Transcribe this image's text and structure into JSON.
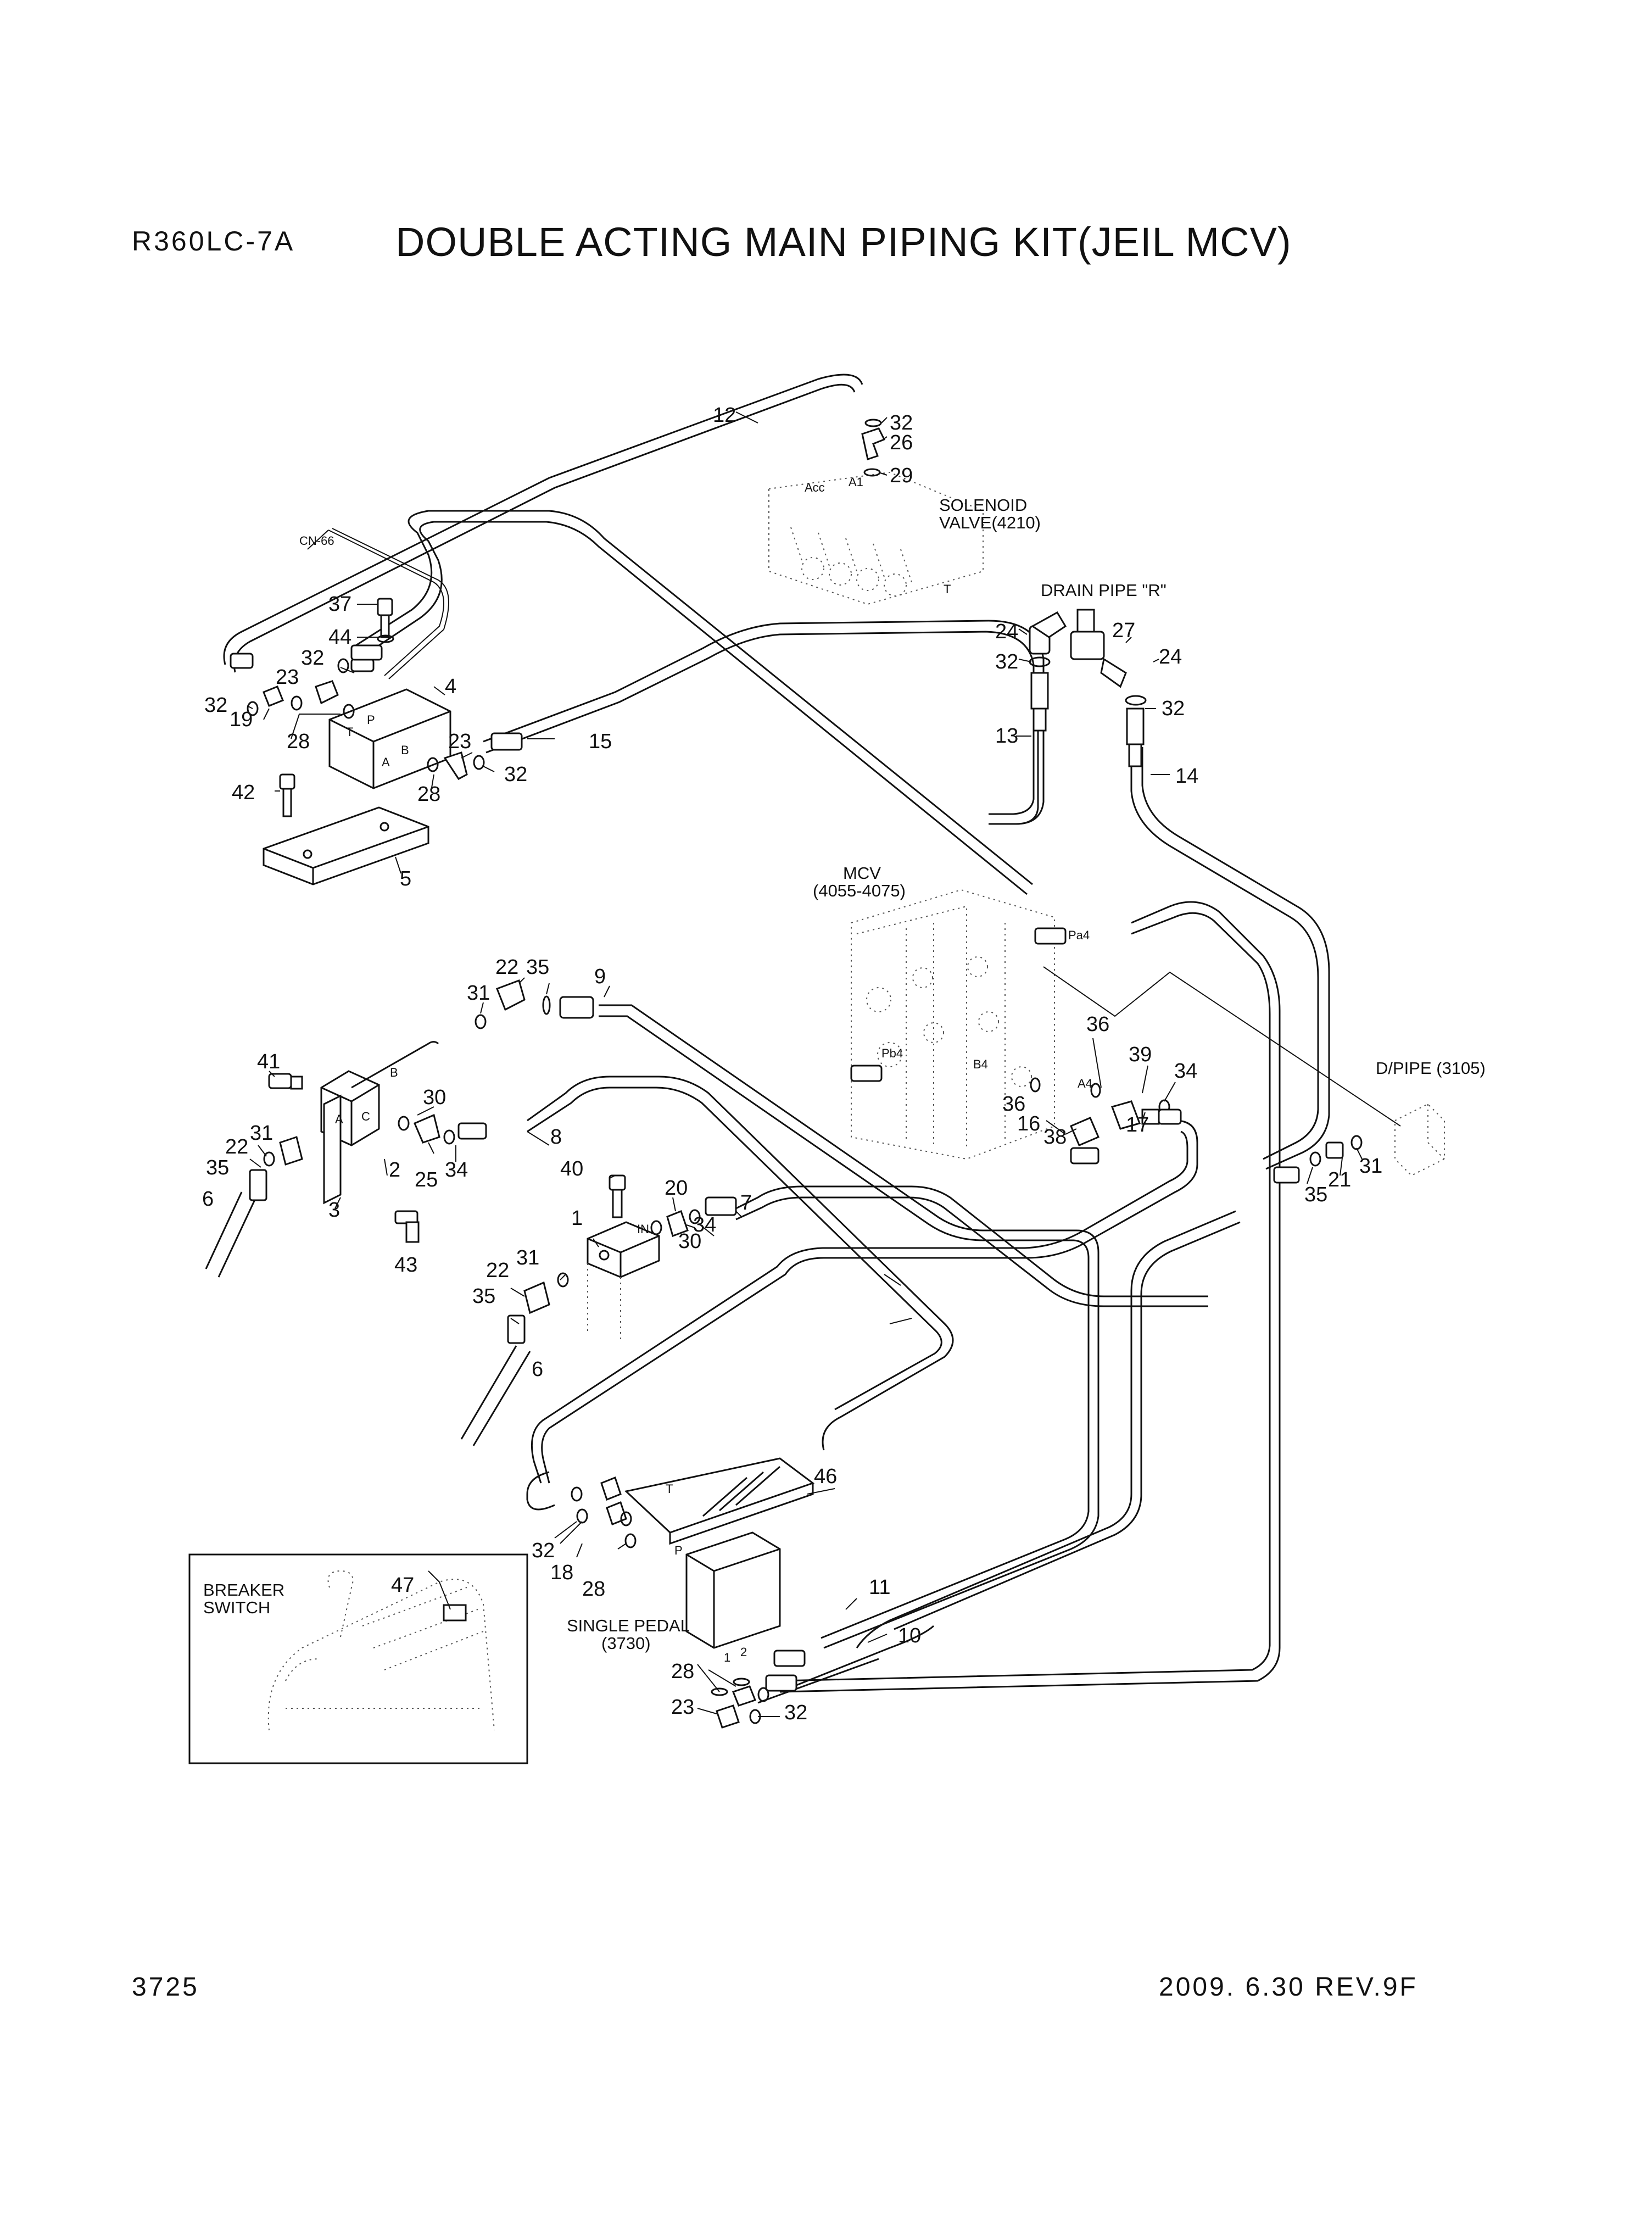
{
  "header": {
    "model": "R360LC-7A",
    "title": "DOUBLE ACTING MAIN PIPING KIT(JEIL MCV)"
  },
  "footer": {
    "page_number": "3725",
    "date_revision": "2009. 6.30  REV.9F"
  },
  "callouts": {
    "c1": "1",
    "c2": "2",
    "c3": "3",
    "c4": "4",
    "c5": "5",
    "c6a": "6",
    "c6b": "6",
    "c7": "7",
    "c8": "8",
    "c9": "9",
    "c10": "10",
    "c11": "11",
    "c12": "12",
    "c13": "13",
    "c14": "14",
    "c15": "15",
    "c16": "16",
    "c17": "17",
    "c18": "18",
    "c19": "19",
    "c20": "20",
    "c21": "21",
    "c22a": "22",
    "c22b": "22",
    "c22c": "22",
    "c23a": "23",
    "c23b": "23",
    "c23c": "23",
    "c24a": "24",
    "c24b": "24",
    "c25": "25",
    "c26": "26",
    "c27": "27",
    "c28a": "28",
    "c28b": "28",
    "c28c": "28",
    "c28d": "28",
    "c29": "29",
    "c30a": "30",
    "c30b": "30",
    "c31a": "31",
    "c31b": "31",
    "c31c": "31",
    "c31d": "31",
    "c32a": "32",
    "c32b": "32",
    "c32c": "32",
    "c32d": "32",
    "c32e": "32",
    "c32f": "32",
    "c32g": "32",
    "c32h": "32",
    "c34a": "34",
    "c34b": "34",
    "c34c": "34",
    "c35a": "35",
    "c35b": "35",
    "c35c": "35",
    "c35d": "35",
    "c36a": "36",
    "c36b": "36",
    "c37": "37",
    "c38": "38",
    "c39": "39",
    "c40": "40",
    "c41": "41",
    "c42": "42",
    "c43": "43",
    "c44": "44",
    "c46": "46",
    "c47": "47"
  },
  "labels": {
    "solenoid_l1": "SOLENOID",
    "solenoid_l2": "VALVE(4210)",
    "drain_pipe": "DRAIN PIPE \"R\"",
    "mcv_l1": "MCV",
    "mcv_l2": "(4055-4075)",
    "dpipe": "D/PIPE (3105)",
    "single_pedal_l1": "SINGLE PEDAL",
    "single_pedal_l2": "(3730)",
    "breaker_l1": "BREAKER",
    "breaker_l2": "SWITCH",
    "connector": "CN-66"
  },
  "port_marks": {
    "a1": "A1",
    "pa4": "Pa4",
    "pb4": "Pb4",
    "b4": "B4",
    "a4": "A4",
    "p": "P",
    "t": "T",
    "a": "A",
    "b": "B",
    "c": "C",
    "in": "IN",
    "pedal_p": "P",
    "pedal_t": "T",
    "pedal_1": "1",
    "pedal_2": "2",
    "acc": "Acc",
    "sol_t": "T"
  }
}
